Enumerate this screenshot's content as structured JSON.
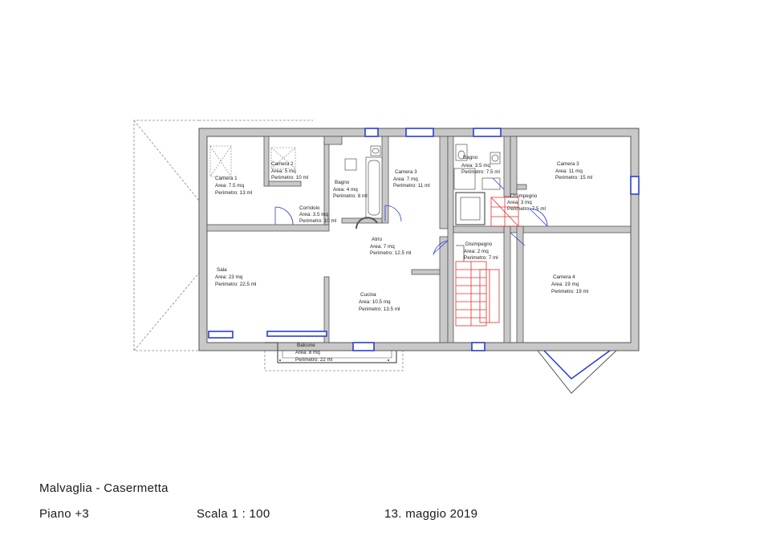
{
  "project_title": "Malvaglia - Casermetta",
  "floor": "Piano +3",
  "scale": "Scala  1 : 100",
  "date": "13. maggio  2019",
  "colors": {
    "wall": "#c8c8c8",
    "wall_outline": "#555555",
    "window": "#2a3fd1",
    "stair": "#e0302a"
  },
  "rooms": [
    {
      "name": "Camera 1",
      "area": "Area: 7.5 mq",
      "perimeter": "Perimetro: 13 ml"
    },
    {
      "name": "Camera 2",
      "area": "Area: 5 mq",
      "perimeter": "Perimetro: 10 ml"
    },
    {
      "name": "Corridoio",
      "area": "Area: 3.5 mq",
      "perimeter": "Perimetro: 10 ml"
    },
    {
      "name": "Bagno",
      "area": "Area: 4 mq",
      "perimeter": "Perimetro: 8 ml"
    },
    {
      "name": "Camera 3",
      "area": "Area: 7 mq",
      "perimeter": "Perimetro: 11 ml"
    },
    {
      "name": "Bagno",
      "area": "Area: 3.5 mq",
      "perimeter": "Perimetro: 7.5 ml"
    },
    {
      "name": "Camera 3",
      "area": "Area: 11 mq",
      "perimeter": "Perimetro: 15 ml"
    },
    {
      "name": "Disimpegno",
      "area": "Area: 3 mq",
      "perimeter": "Perimetro: 7.5 ml"
    },
    {
      "name": "Atrio",
      "area": "Area: 7 mq",
      "perimeter": "Perimetro: 12.5 ml"
    },
    {
      "name": "Disimpegno",
      "area": "Area: 2 mq",
      "perimeter": "Perimetro: 7 ml"
    },
    {
      "name": "Sala",
      "area": "Area: 23 mq",
      "perimeter": "Perimetro: 22.5 ml"
    },
    {
      "name": "Camera 4",
      "area": "Area: 19 mq",
      "perimeter": "Perimetro: 19 ml"
    },
    {
      "name": "Cucina",
      "area": "Area: 10.5 mq",
      "perimeter": "Perimetro: 13.5 ml"
    },
    {
      "name": "Balcone",
      "area": "Area: 8 mq",
      "perimeter": "Perimetro: 22 ml"
    }
  ]
}
